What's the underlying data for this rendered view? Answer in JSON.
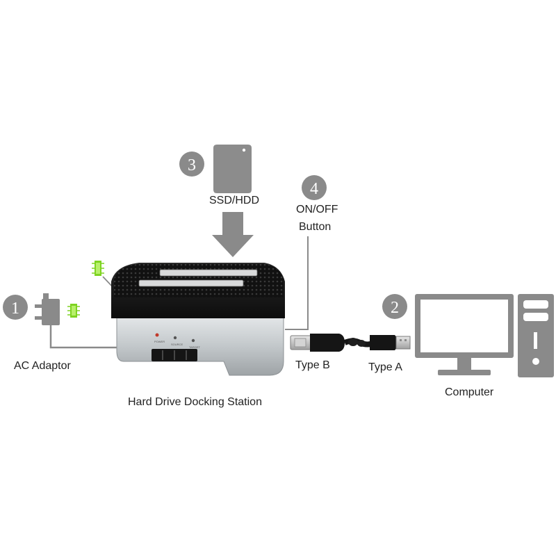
{
  "labels": {
    "ac_adaptor": "AC Adaptor",
    "docking_station": "Hard Drive Docking Station",
    "ssd_hdd": "SSD/HDD",
    "on_off": "ON/OFF",
    "button": "Button",
    "type_b": "Type B",
    "type_a": "Type A",
    "computer": "Computer"
  },
  "steps": {
    "one": "1",
    "two": "2",
    "three": "3",
    "four": "4"
  },
  "dock_indicators": {
    "power": "POWER",
    "source": "SOURCE",
    "target": "TARGET"
  },
  "colors": {
    "step_circle": "#8a8a8a",
    "drive_gray": "#8c8c8c",
    "led_green": "#7ed321",
    "line": "#8a8a8a",
    "dock_black": "#151515",
    "dock_silver": "#c9cdd0",
    "monitor_gray": "#8a8a8a"
  },
  "icons": {
    "ssd": "ssd-drive-icon",
    "arrow": "down-arrow-icon",
    "adapter": "ac-adapter-plug-icon",
    "led": "green-led-icon",
    "monitor": "computer-monitor-icon",
    "tower": "computer-tower-icon",
    "usb_cable": "usb-cable-icon"
  }
}
